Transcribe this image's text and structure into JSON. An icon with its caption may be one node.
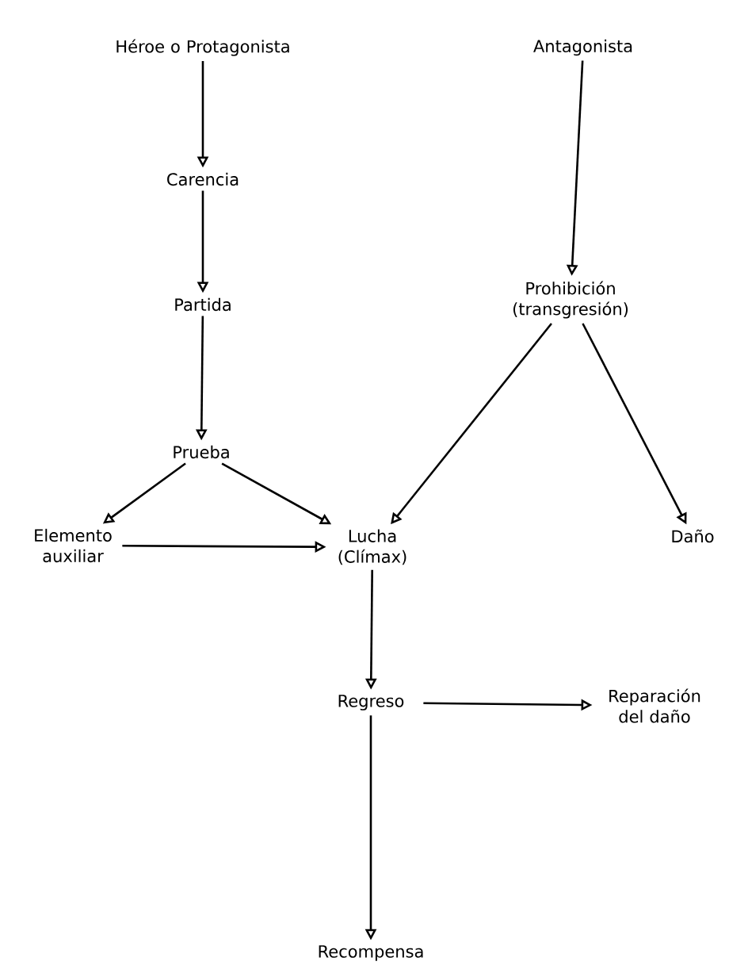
{
  "diagram": {
    "nodes": [
      {
        "text": [
          "Héroe o Protagonista"
        ]
      },
      {
        "text": [
          "Antagonista"
        ]
      },
      {
        "text": [
          "Carencia"
        ]
      },
      {
        "text": [
          "Partida"
        ]
      },
      {
        "text": [
          "Prohibición (transgresión)"
        ]
      },
      {
        "text": [
          "Prueba"
        ]
      },
      {
        "text": [
          "Elemento auxiliar"
        ]
      },
      {
        "text": [
          "Lucha (Clímax)"
        ]
      },
      {
        "text": [
          "Daño"
        ]
      },
      {
        "text": [
          "Regreso"
        ]
      },
      {
        "text": [
          "Reparación del daño"
        ]
      },
      {
        "text": [
          "Recompensa"
        ]
      }
    ],
    "edges": [
      {
        "from": 0,
        "to": 2,
        "arrow": "to"
      },
      {
        "from": 2,
        "to": 3,
        "arrow": "to"
      },
      {
        "from": 3,
        "to": 5,
        "arrow": "to"
      },
      {
        "from": 1,
        "to": 4,
        "arrow": "to"
      },
      {
        "from": 5,
        "to": 6,
        "arrow": "to"
      },
      {
        "from": 5,
        "to": 7,
        "arrow": "to"
      },
      {
        "from": 6,
        "to": 7,
        "arrow": "to"
      },
      {
        "from": 4,
        "to": 7,
        "arrow": "to"
      },
      {
        "from": 4,
        "to": 8,
        "arrow": "to"
      },
      {
        "from": 7,
        "to": 9,
        "arrow": "to"
      },
      {
        "from": 9,
        "to": 10,
        "arrow": "to"
      },
      {
        "from": 9,
        "to": 11,
        "arrow": "to"
      }
    ]
  }
}
